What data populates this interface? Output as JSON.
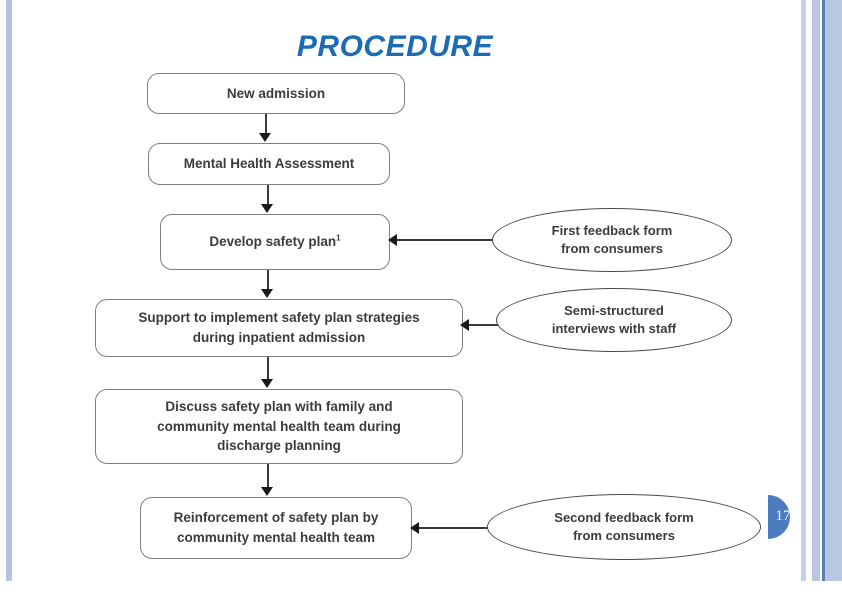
{
  "slide": {
    "title": "PROCEDURE",
    "title_color": "#1b6cb5",
    "page_number": "17",
    "background_color": "#ffffff"
  },
  "flowchart": {
    "type": "flowchart",
    "process_boxes": [
      {
        "id": "new-admission",
        "label": "New admission"
      },
      {
        "id": "mental-health-assessment",
        "label": "Mental Health Assessment"
      },
      {
        "id": "develop-safety-plan",
        "label": "Develop safety plan",
        "superscript": "1"
      },
      {
        "id": "support-implement",
        "line1": "Support to implement safety plan strategies",
        "line2": "during inpatient admission"
      },
      {
        "id": "discuss-safety-plan",
        "line1": "Discuss safety plan with family and",
        "line2": "community mental health team during",
        "line3": "discharge planning"
      },
      {
        "id": "reinforcement",
        "line1": "Reinforcement of safety plan by",
        "line2": "community mental health team"
      }
    ],
    "ellipses": [
      {
        "id": "first-feedback-form",
        "line1": "First feedback form",
        "line2": "from consumers"
      },
      {
        "id": "semi-structured-interviews",
        "line1": "Semi-structured",
        "line2": "interviews with staff"
      },
      {
        "id": "second-feedback-form",
        "line1": "Second feedback form",
        "line2": "from consumers"
      }
    ],
    "connections": [
      {
        "from": "new-admission",
        "to": "mental-health-assessment",
        "direction": "down"
      },
      {
        "from": "mental-health-assessment",
        "to": "develop-safety-plan",
        "direction": "down"
      },
      {
        "from": "develop-safety-plan",
        "to": "support-implement",
        "direction": "down"
      },
      {
        "from": "support-implement",
        "to": "discuss-safety-plan",
        "direction": "down"
      },
      {
        "from": "discuss-safety-plan",
        "to": "reinforcement",
        "direction": "down"
      },
      {
        "from": "first-feedback-form",
        "to": "develop-safety-plan",
        "direction": "left"
      },
      {
        "from": "semi-structured-interviews",
        "to": "support-implement",
        "direction": "left"
      },
      {
        "from": "second-feedback-form",
        "to": "reinforcement",
        "direction": "left"
      }
    ]
  }
}
